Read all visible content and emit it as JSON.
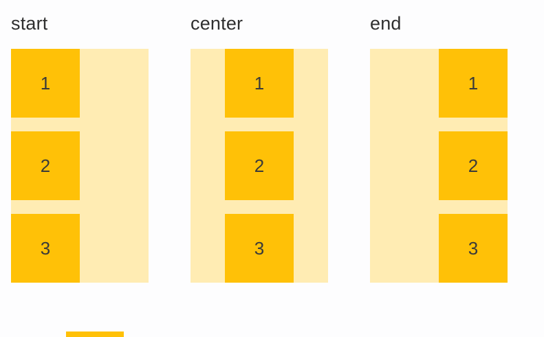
{
  "groups": [
    {
      "label": "start",
      "alignment": "start",
      "items": [
        "1",
        "2",
        "3"
      ]
    },
    {
      "label": "center",
      "alignment": "center",
      "items": [
        "1",
        "2",
        "3"
      ]
    },
    {
      "label": "end",
      "alignment": "end",
      "items": [
        "1",
        "2",
        "3"
      ]
    }
  ],
  "partial_next_item": {
    "visible": true
  },
  "colors": {
    "container_background": "#ffecb3",
    "item_background": "#ffc107",
    "label_text": "#2f2f2f",
    "item_text": "#3a3a3a",
    "page_background": "#fdfdfe"
  }
}
